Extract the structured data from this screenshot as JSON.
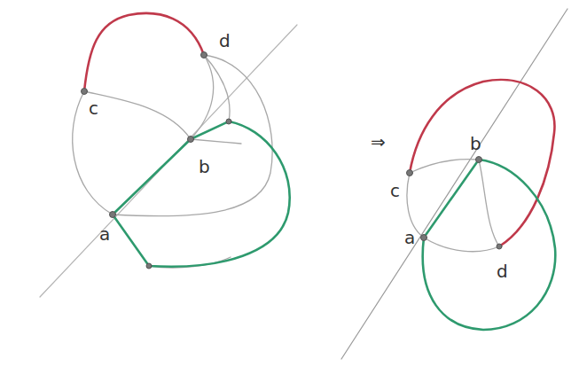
{
  "diagram": {
    "labels": [
      "d",
      "c",
      "b",
      "a",
      "⇒",
      "c",
      "b",
      "a",
      "d"
    ]
  }
}
